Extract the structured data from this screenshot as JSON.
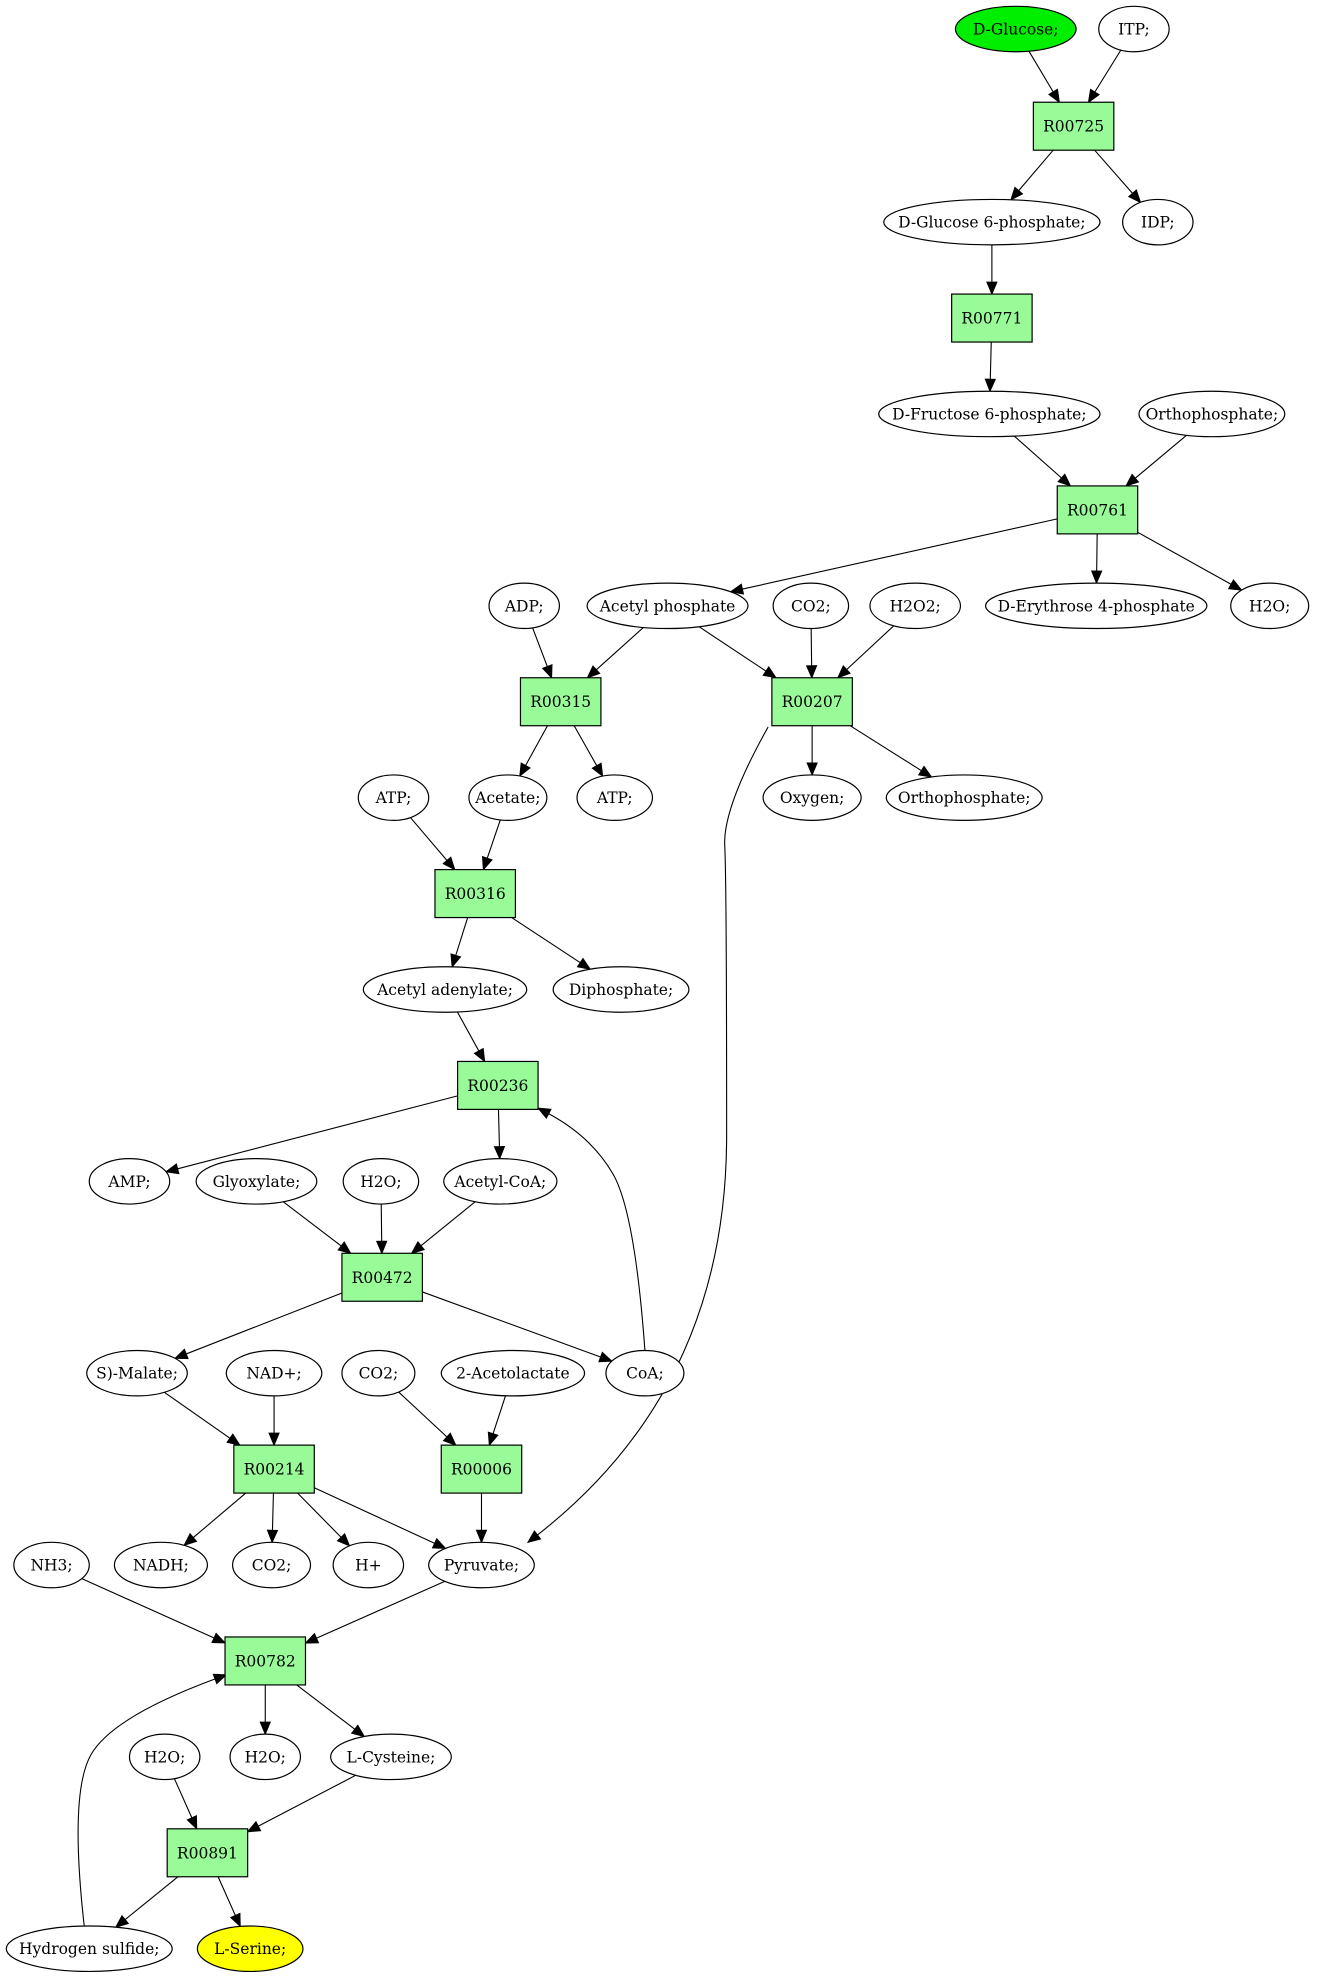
{
  "colors": {
    "reaction_fill": "#98fb98",
    "compound_fill": "#ffffff",
    "start_fill": "#00ee00",
    "target_fill": "#ffff00",
    "stroke": "#000000"
  },
  "nodes": {
    "d_glucose": {
      "label": "D-Glucose;"
    },
    "itp": {
      "label": "ITP;"
    },
    "r00725": {
      "label": "R00725"
    },
    "d_glucose_6_phosphate": {
      "label": "D-Glucose 6-phosphate;"
    },
    "idp": {
      "label": "IDP;"
    },
    "r00771": {
      "label": "R00771"
    },
    "d_fructose_6_phosphate": {
      "label": "D-Fructose 6-phosphate;"
    },
    "orthophosphate_top": {
      "label": "Orthophosphate;"
    },
    "r00761": {
      "label": "R00761"
    },
    "adp": {
      "label": "ADP;"
    },
    "acetyl_phosphate": {
      "label": "Acetyl phosphate"
    },
    "co2_top": {
      "label": "CO2;"
    },
    "h2o2": {
      "label": "H2O2;"
    },
    "d_erythrose_4_phosphate": {
      "label": "D-Erythrose 4-phosphate"
    },
    "h2o_top": {
      "label": "H2O;"
    },
    "r00315": {
      "label": "R00315"
    },
    "r00207": {
      "label": "R00207"
    },
    "atp_left": {
      "label": "ATP;"
    },
    "acetate": {
      "label": "Acetate;"
    },
    "atp_right": {
      "label": "ATP;"
    },
    "oxygen": {
      "label": "Oxygen;"
    },
    "orthophosphate_mid": {
      "label": "Orthophosphate;"
    },
    "r00316": {
      "label": "R00316"
    },
    "acetyl_adenylate": {
      "label": "Acetyl adenylate;"
    },
    "diphosphate": {
      "label": "Diphosphate;"
    },
    "r00236": {
      "label": "R00236"
    },
    "amp": {
      "label": "AMP;"
    },
    "glyoxylate": {
      "label": "Glyoxylate;"
    },
    "h2o_mid": {
      "label": "H2O;"
    },
    "acetyl_coa": {
      "label": "Acetyl-CoA;"
    },
    "r00472": {
      "label": "R00472"
    },
    "s_malate": {
      "label": "S)-Malate;"
    },
    "nad_plus": {
      "label": "NAD+;"
    },
    "co2_mid": {
      "label": "CO2;"
    },
    "acetolactate": {
      "label": "2-Acetolactate"
    },
    "coa": {
      "label": "CoA;"
    },
    "r00214": {
      "label": "R00214"
    },
    "r00006": {
      "label": "R00006"
    },
    "nh3": {
      "label": "NH3;"
    },
    "nadh": {
      "label": "NADH;"
    },
    "co2_low": {
      "label": "CO2;"
    },
    "h_plus": {
      "label": "H+"
    },
    "pyruvate": {
      "label": "Pyruvate;"
    },
    "r00782": {
      "label": "R00782"
    },
    "h2o_low_left": {
      "label": "H2O;"
    },
    "h2o_low_mid": {
      "label": "H2O;"
    },
    "l_cysteine": {
      "label": "L-Cysteine;"
    },
    "r00891": {
      "label": "R00891"
    },
    "hydrogen_sulfide": {
      "label": "Hydrogen sulfide;"
    },
    "l_serine": {
      "label": "L-Serine;"
    }
  },
  "edges": [
    [
      "d_glucose",
      "r00725"
    ],
    [
      "itp",
      "r00725"
    ],
    [
      "r00725",
      "d_glucose_6_phosphate"
    ],
    [
      "r00725",
      "idp"
    ],
    [
      "d_glucose_6_phosphate",
      "r00771"
    ],
    [
      "r00771",
      "d_fructose_6_phosphate"
    ],
    [
      "d_fructose_6_phosphate",
      "r00761"
    ],
    [
      "orthophosphate_top",
      "r00761"
    ],
    [
      "r00761",
      "acetyl_phosphate"
    ],
    [
      "r00761",
      "d_erythrose_4_phosphate"
    ],
    [
      "r00761",
      "h2o_top"
    ],
    [
      "adp",
      "r00315"
    ],
    [
      "acetyl_phosphate",
      "r00315"
    ],
    [
      "acetyl_phosphate",
      "r00207"
    ],
    [
      "co2_top",
      "r00207"
    ],
    [
      "h2o2",
      "r00207"
    ],
    [
      "r00315",
      "acetate"
    ],
    [
      "r00315",
      "atp_right"
    ],
    [
      "r00207",
      "oxygen"
    ],
    [
      "r00207",
      "orthophosphate_mid"
    ],
    [
      "r00207",
      "pyruvate"
    ],
    [
      "atp_left",
      "r00316"
    ],
    [
      "acetate",
      "r00316"
    ],
    [
      "r00316",
      "acetyl_adenylate"
    ],
    [
      "r00316",
      "diphosphate"
    ],
    [
      "acetyl_adenylate",
      "r00236"
    ],
    [
      "coa",
      "r00236"
    ],
    [
      "r00236",
      "amp"
    ],
    [
      "r00236",
      "acetyl_coa"
    ],
    [
      "glyoxylate",
      "r00472"
    ],
    [
      "h2o_mid",
      "r00472"
    ],
    [
      "acetyl_coa",
      "r00472"
    ],
    [
      "r00472",
      "s_malate"
    ],
    [
      "r00472",
      "coa"
    ],
    [
      "s_malate",
      "r00214"
    ],
    [
      "nad_plus",
      "r00214"
    ],
    [
      "co2_mid",
      "r00006"
    ],
    [
      "acetolactate",
      "r00006"
    ],
    [
      "r00214",
      "nadh"
    ],
    [
      "r00214",
      "co2_low"
    ],
    [
      "r00214",
      "h_plus"
    ],
    [
      "r00214",
      "pyruvate"
    ],
    [
      "r00006",
      "pyruvate"
    ],
    [
      "nh3",
      "r00782"
    ],
    [
      "pyruvate",
      "r00782"
    ],
    [
      "hydrogen_sulfide",
      "r00782"
    ],
    [
      "r00782",
      "h2o_low_mid"
    ],
    [
      "r00782",
      "l_cysteine"
    ],
    [
      "h2o_low_left",
      "r00891"
    ],
    [
      "l_cysteine",
      "r00891"
    ],
    [
      "r00891",
      "hydrogen_sulfide"
    ],
    [
      "r00891",
      "l_serine"
    ]
  ]
}
